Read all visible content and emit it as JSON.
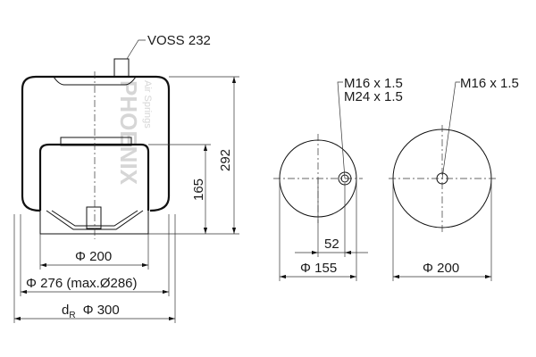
{
  "watermark": {
    "brand": "PHOENIX",
    "tagline": "Air Springs"
  },
  "side_view": {
    "fitting_label": "VOSS 232",
    "height_total": "292",
    "height_piston": "165",
    "diam_piston": "Φ 200",
    "diam_bellow": "Φ 276 (max.Ø286)",
    "diam_rolling_prefix": "d",
    "diam_rolling_sub": "R",
    "diam_rolling": "Φ 300"
  },
  "top_view": {
    "thread_1": "M16 x 1.5",
    "thread_2": "M24 x 1.5",
    "offset": "52",
    "diameter": "Φ 155"
  },
  "bottom_view": {
    "thread": "M16 x 1.5",
    "diameter": "Φ 200"
  }
}
